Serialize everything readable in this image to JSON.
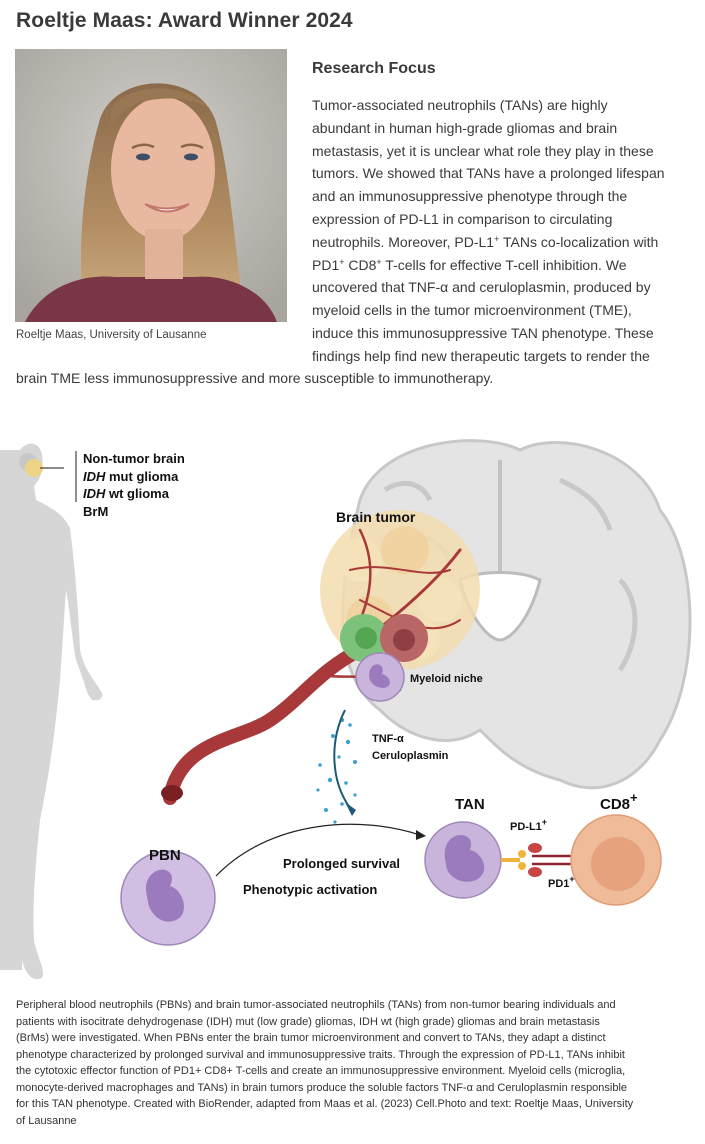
{
  "header": {
    "title": "Roeltje Maas: Award Winner 2024"
  },
  "photo": {
    "alt": "Portrait of Roeltje Maas",
    "caption": "Roeltje Maas, University of Lausanne"
  },
  "research": {
    "heading": "Research Focus",
    "lines": [
      "Tumor-associated neutrophils (TANs) are highly",
      "abundant in human high-grade gliomas and brain",
      "metastasis, yet it is unclear what role they play in these",
      "tumors.  We showed that TANs have a prolonged lifespan",
      "and an immunosuppressive phenotype through the",
      "expression of PD-L1 in comparison to circulating"
    ],
    "line7": {
      "a": "neutrophils. Moreover, PD-L1",
      "sup1": "+",
      "b": " TANs co-localization with"
    },
    "line8": {
      "a": "PD1",
      "sup1": "+",
      "b": " CD8",
      "sup2": "+",
      "c": " T-cells for effective T-cell inhibition. We"
    },
    "lines_after": [
      "uncovered that TNF-α and ceruloplasmin, produced by",
      "myeloid cells in the tumor microenvironment (TME),",
      "induce this immunosuppressive TAN phenotype. These",
      "findings help find new therapeutic targets to render the"
    ],
    "last_line": "brain TME less immunosuppressive and more susceptible to immunotherapy."
  },
  "figure": {
    "legend": {
      "item1": "Non-tumor brain",
      "item2_italic": "IDH",
      "item2_rest": " mut glioma",
      "item3_italic": "IDH",
      "item3_rest": " wt glioma",
      "item4": "BrM"
    },
    "labels": {
      "brain_tumor": "Brain tumor",
      "myeloid_niche": "Myeloid niche",
      "factor1": "TNF-α",
      "factor2": "Ceruloplasmin",
      "tan": "TAN",
      "cd8": "CD8",
      "cd8_sup": "+",
      "pdl1": "PD-L1",
      "pdl1_sup": "+",
      "pd1": "PD1",
      "pd1_sup": "+",
      "pbn": "PBN",
      "prolonged": "Prolonged survival",
      "phenotypic": "Phenotypic activation"
    },
    "colors": {
      "silhouette": "#d6d6d6",
      "brain": "#e4e4e4",
      "vessel": "#a8383a",
      "neutrophil": "#c9b5dc",
      "nucleus": "#9b7bbd",
      "tcell": "#efbb99",
      "tcell_nucleus": "#e6a27c",
      "green_cell": "#7dc27a",
      "red_cell": "#b86666",
      "tumor": "#f3dcae",
      "dots": "#3aa0d0",
      "arrow": "#1d5a75",
      "pdl1": "#f0b43c",
      "pd1": "#c94545"
    }
  },
  "figure_caption": {
    "lines": [
      "Peripheral blood neutrophils (PBNs) and brain tumor-associated neutrophils (TANs) from non-tumor bearing individuals and",
      "patients with isocitrate dehydrogenase (IDH) mut (low grade) gliomas, IDH wt (high grade) gliomas and brain metastasis",
      "(BrMs) were investigated. When PBNs enter the brain tumor microenvironment and convert to TANs, they adapt a distinct",
      "phenotype characterized by prolonged survival and immunosuppressive traits. Through the expression of PD-L1, TANs inhibit",
      "the cytotoxic effector function of PD1+ CD8+ T-cells and create an immunosuppressive environment. Myeloid cells (microglia,",
      "monocyte-derived macrophages and TANs) in brain tumors produce the soluble factors TNF-α and Ceruloplasmin responsible",
      "for this TAN phenotype. Created with BioRender, adapted from Maas et al. (2023) Cell.Photo and text: Roeltje Maas, University",
      "of Lausanne"
    ]
  }
}
